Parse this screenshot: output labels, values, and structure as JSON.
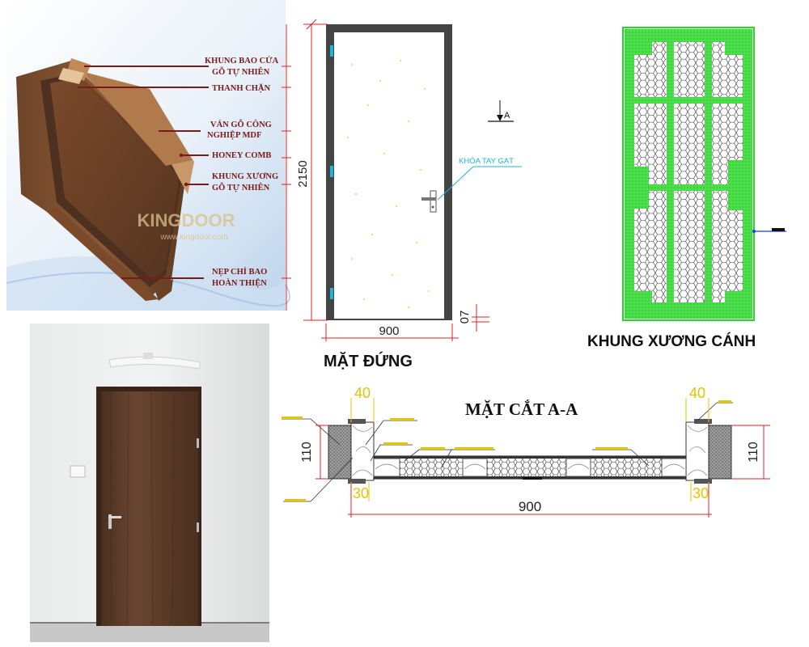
{
  "cutaway": {
    "callouts": [
      {
        "line1": "KHUNG BAO CỬA",
        "line2": "GỖ TỰ NHIÊN"
      },
      {
        "line1": "THANH CHẶN",
        "line2": ""
      },
      {
        "line1": "VÁN GỖ CÔNG",
        "line2": "NGHIỆP MDF"
      },
      {
        "line1": "HONEY COMB",
        "line2": ""
      },
      {
        "line1": "KHUNG XƯƠNG",
        "line2": "GỖ TỰ NHIÊN"
      },
      {
        "line1": "NẸP CHỈ BAO",
        "line2": "HOÀN THIỆN"
      }
    ],
    "watermark": "KINGDOOR",
    "watermark_url": "www.kingdoor.com"
  },
  "elevation": {
    "height_dim": "2150",
    "width_dim": "900",
    "gap_dim": "07",
    "section_marker": "A",
    "lock_label": "KHÓA TAY GẠT",
    "title": "MẶT ĐỨNG"
  },
  "frame": {
    "title": "KHUNG XƯƠNG CÁNH"
  },
  "section": {
    "title": "MẶT CẮT A-A",
    "dim_left_top": "40",
    "dim_right_top": "40",
    "dim_left_bottom": "30",
    "dim_right_bottom": "30",
    "dim_left_height": "110",
    "dim_right_height": "110",
    "dim_width": "900"
  },
  "colors": {
    "callout_text": "#7a1a1a",
    "frame_green": "#22dd22",
    "dim_red": "#e02020",
    "accent_cyan": "#19b6d6",
    "dim_yellow": "#e6c400",
    "wood_dark": "#5a3a26"
  }
}
